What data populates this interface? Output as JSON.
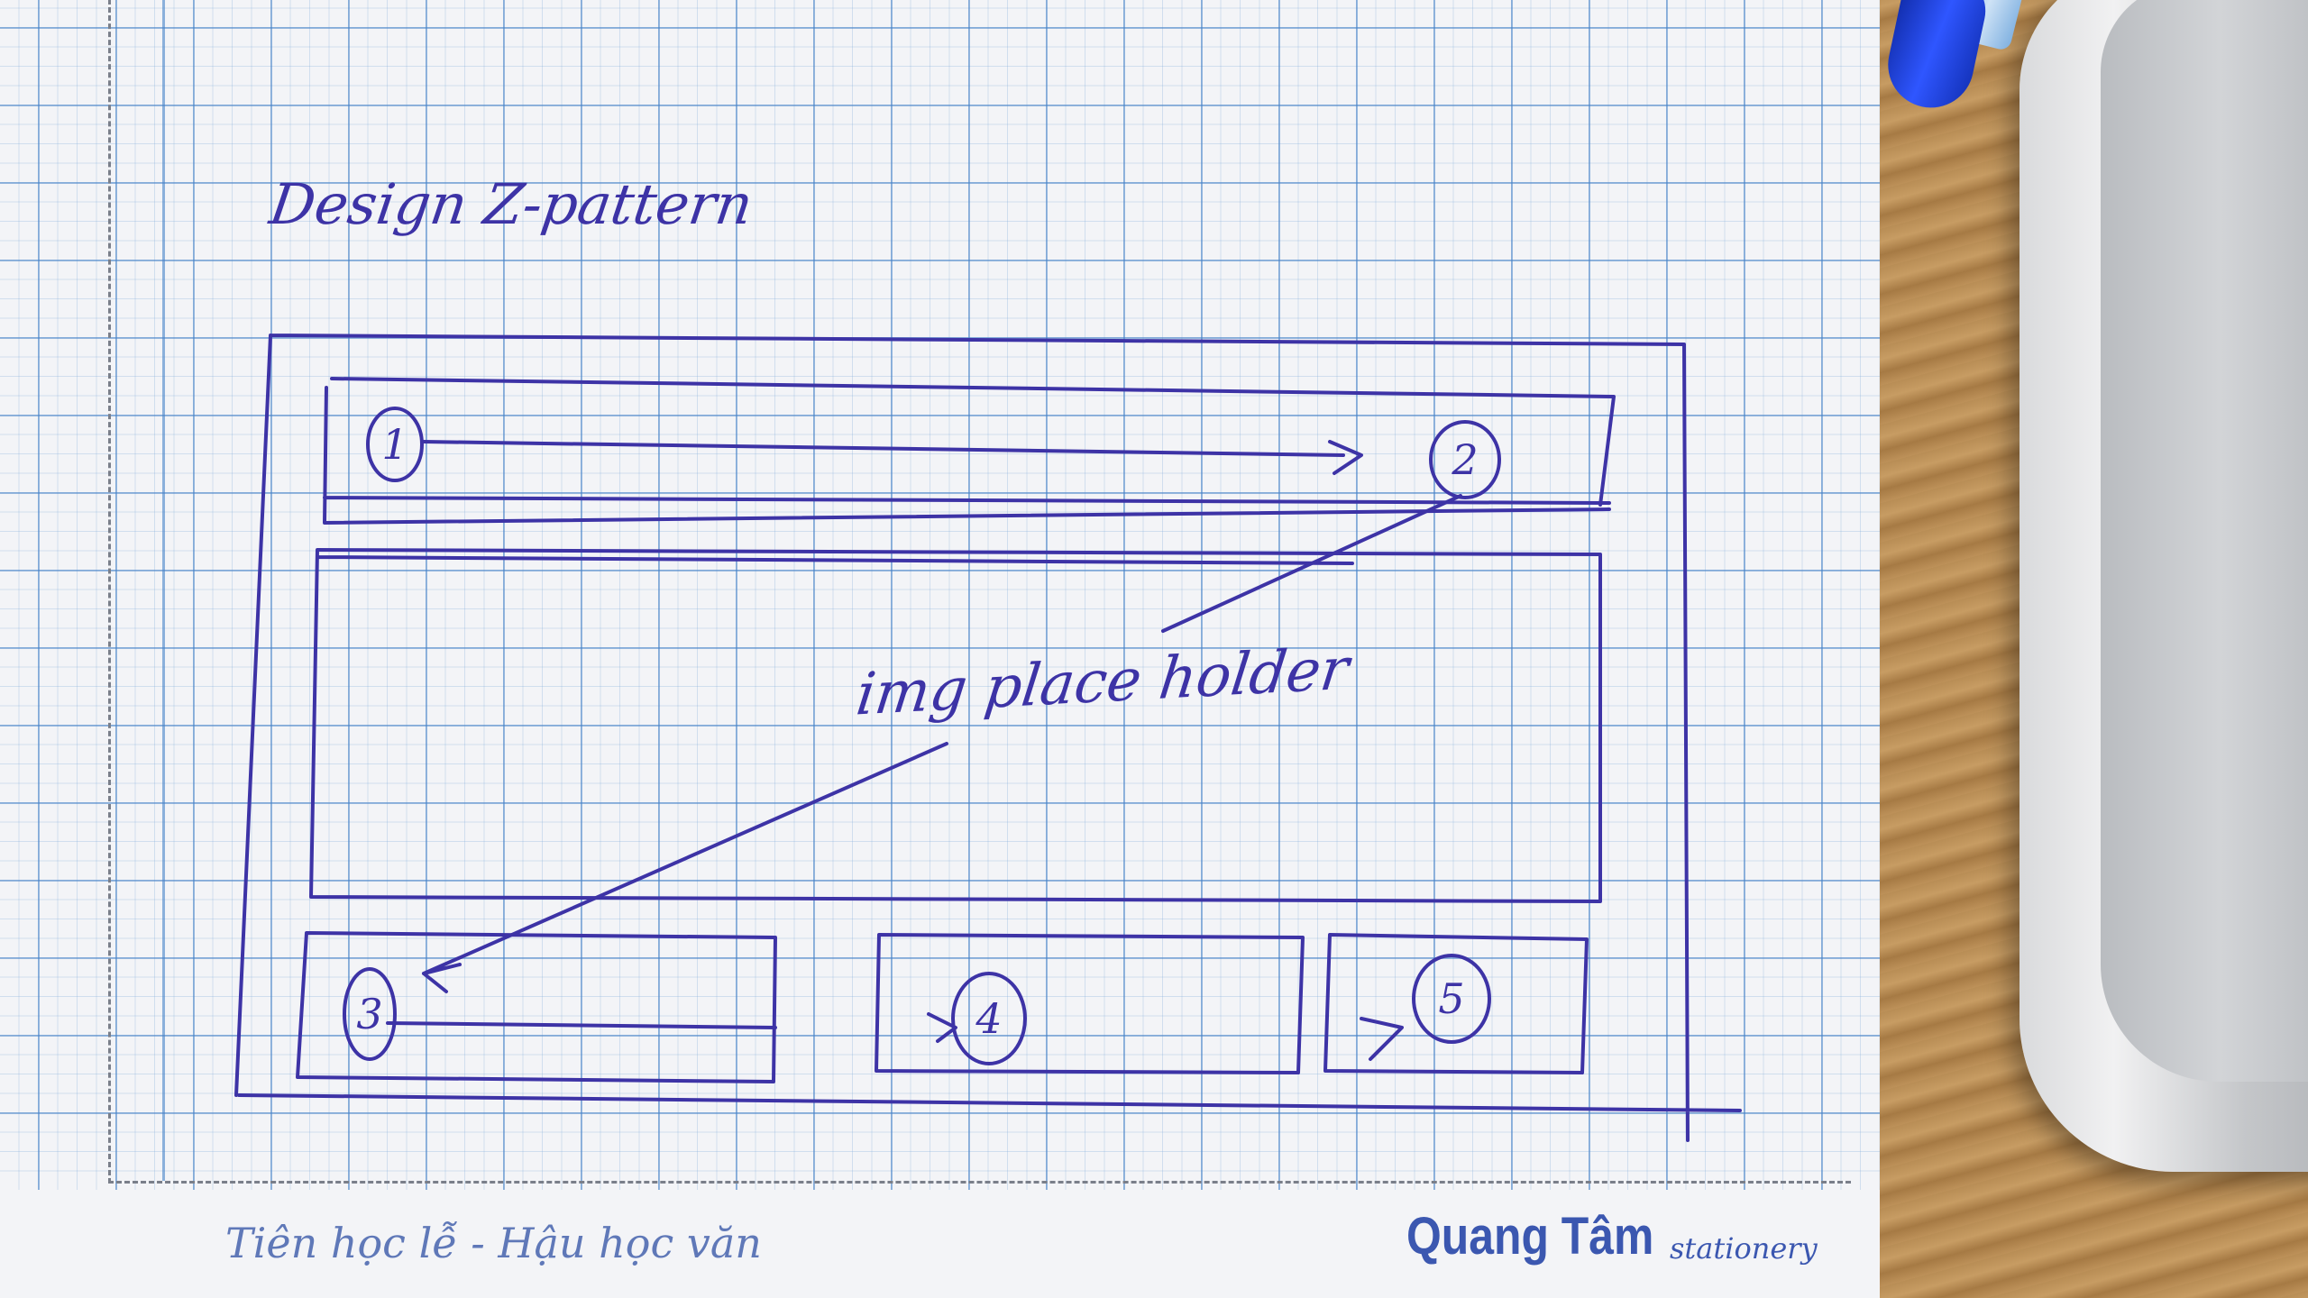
{
  "title_text": "Design Z-pattern",
  "note_text": "img place holder",
  "step_numbers": [
    "1",
    "2",
    "3",
    "4",
    "5"
  ],
  "footer": {
    "motto": "Tiên học lễ - Hậu học văn",
    "brand": "Quang Tâm",
    "brand_suffix": "stationery"
  },
  "colors": {
    "ink": "#3d33a6",
    "grid": "#4682c8",
    "paper": "#f3f4f7",
    "wood": "#b58a52",
    "pen_cap": "#2f56ff",
    "laptop": "#d9dadc"
  }
}
